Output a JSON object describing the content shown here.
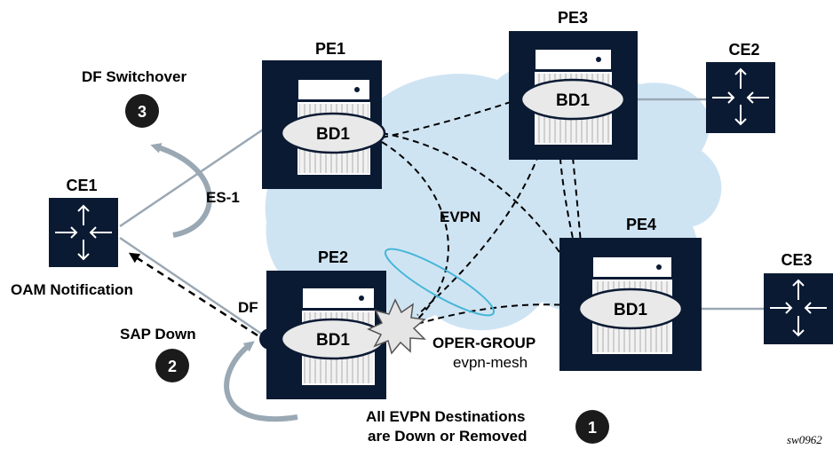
{
  "colors": {
    "router_fill": "#0b1a33",
    "cloud": "#cfe4f3",
    "link_gray": "#9aa8b4",
    "oper_group_ring": "#46b6d8",
    "badge": "#1b1b1b"
  },
  "nodes": {
    "pe1": {
      "label": "PE1",
      "bd": "BD1"
    },
    "pe2": {
      "label": "PE2",
      "bd": "BD1"
    },
    "pe3": {
      "label": "PE3",
      "bd": "BD1"
    },
    "pe4": {
      "label": "PE4",
      "bd": "BD1"
    },
    "ce1": {
      "label": "CE1"
    },
    "ce2": {
      "label": "CE2"
    },
    "ce3": {
      "label": "CE3"
    }
  },
  "labels": {
    "df_switchover": "DF Switchover",
    "es1": "ES-1",
    "evpn": "EVPN",
    "oam_notification": "OAM Notification",
    "df": "DF",
    "sap_down": "SAP Down",
    "oper_group": "OPER-GROUP",
    "evpn_mesh": "evpn-mesh",
    "all_evpn_line1": "All EVPN Destinations",
    "all_evpn_line2": "are Down or Removed",
    "figure_id": "sw0962"
  },
  "steps": {
    "step1": "1",
    "step2": "2",
    "step3": "3"
  },
  "icons": {
    "ce_router": "four-arrows-router-icon",
    "pe_chassis": "chassis-icon",
    "failure": "explosion-icon"
  }
}
